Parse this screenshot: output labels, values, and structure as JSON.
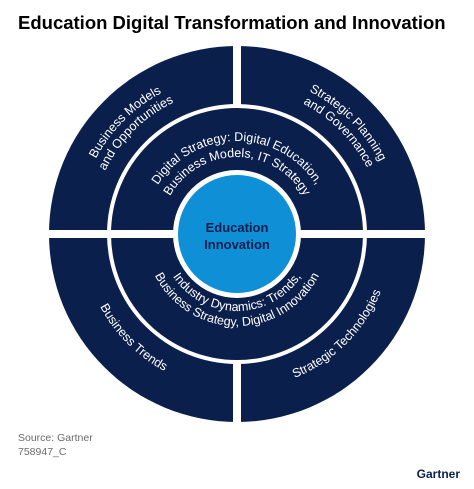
{
  "title": "Education Digital Transformation and Innovation",
  "center": {
    "line1": "Education",
    "line2": "Innovation"
  },
  "middle_ring": {
    "top": {
      "line1": "Digital Strategy: Digital Education,",
      "line2": "Business Models, IT Strategy"
    },
    "bottom": {
      "line1": "Industry Dynamics: Trends,",
      "line2": "Business Strategy, Digital Innovation"
    }
  },
  "outer_ring": {
    "top_left": {
      "line1": "Business Models",
      "line2": "and Opportunities"
    },
    "top_right": {
      "line1": "Strategic Planning",
      "line2": "and Governance"
    },
    "bottom_left": {
      "line1": "Business Trends"
    },
    "bottom_right": {
      "line1": "Strategic Technologies"
    }
  },
  "source": {
    "line1": "Source: Gartner",
    "line2": "758947_C"
  },
  "logo": "Gartner",
  "colors": {
    "navy": "#0b1f4d",
    "center_blue": "#0e8fd6",
    "divider": "#ffffff",
    "text_light": "#ffffff",
    "center_text": "#0b1f4d"
  }
}
